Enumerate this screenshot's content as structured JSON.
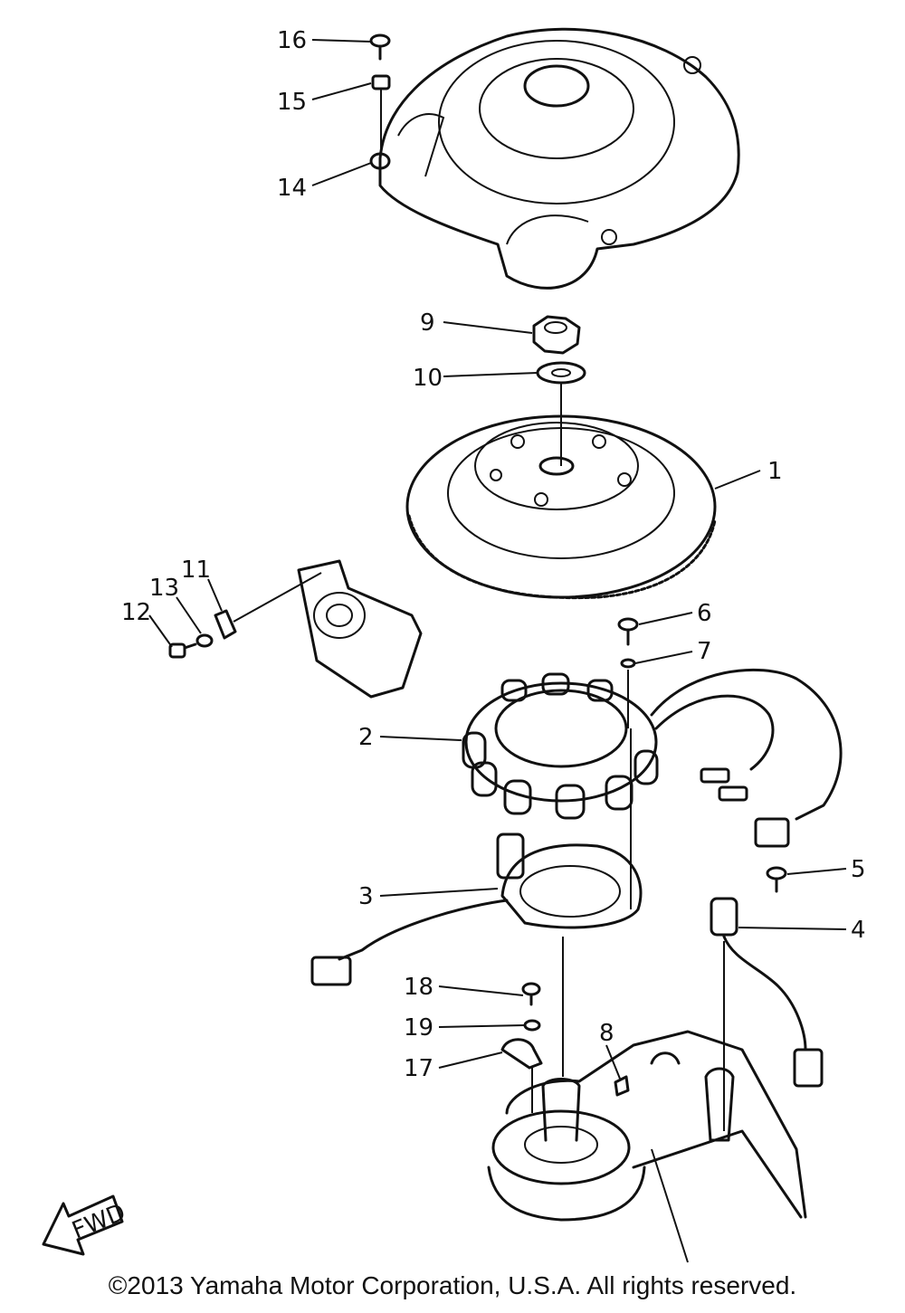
{
  "callouts": [
    {
      "id": "1",
      "label": "1"
    },
    {
      "id": "2",
      "label": "2"
    },
    {
      "id": "3",
      "label": "3"
    },
    {
      "id": "4",
      "label": "4"
    },
    {
      "id": "5",
      "label": "5"
    },
    {
      "id": "6",
      "label": "6"
    },
    {
      "id": "7",
      "label": "7"
    },
    {
      "id": "8",
      "label": "8"
    },
    {
      "id": "9",
      "label": "9"
    },
    {
      "id": "10",
      "label": "10"
    },
    {
      "id": "11",
      "label": "11"
    },
    {
      "id": "12",
      "label": "12"
    },
    {
      "id": "13",
      "label": "13"
    },
    {
      "id": "14",
      "label": "14"
    },
    {
      "id": "15",
      "label": "15"
    },
    {
      "id": "16",
      "label": "16"
    },
    {
      "id": "17",
      "label": "17"
    },
    {
      "id": "18",
      "label": "18"
    },
    {
      "id": "19",
      "label": "19"
    }
  ],
  "fwd_label": "FWD",
  "footer": "©2013 Yamaha Motor Corporation, U.S.A. All rights reserved."
}
